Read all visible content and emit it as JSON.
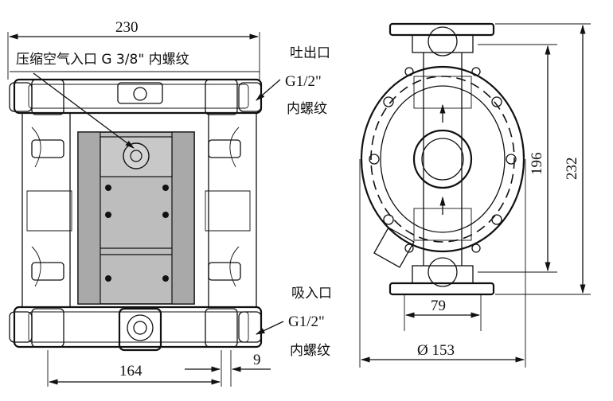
{
  "dimensions": {
    "overall_width": "230",
    "port_spacing": "164",
    "offset": "9",
    "flange_width": "79",
    "body_diameter": "Ø 153",
    "port_height": "196",
    "overall_height": "232"
  },
  "callouts": {
    "air_inlet": "压缩空气入口 G 3/8\" 内螺纹",
    "outlet_title": "吐出口",
    "outlet_size": "G1/2\"",
    "outlet_thread": "内螺纹",
    "inlet_title": "吸入口",
    "inlet_size": "G1/2\"",
    "inlet_thread": "内螺纹"
  }
}
